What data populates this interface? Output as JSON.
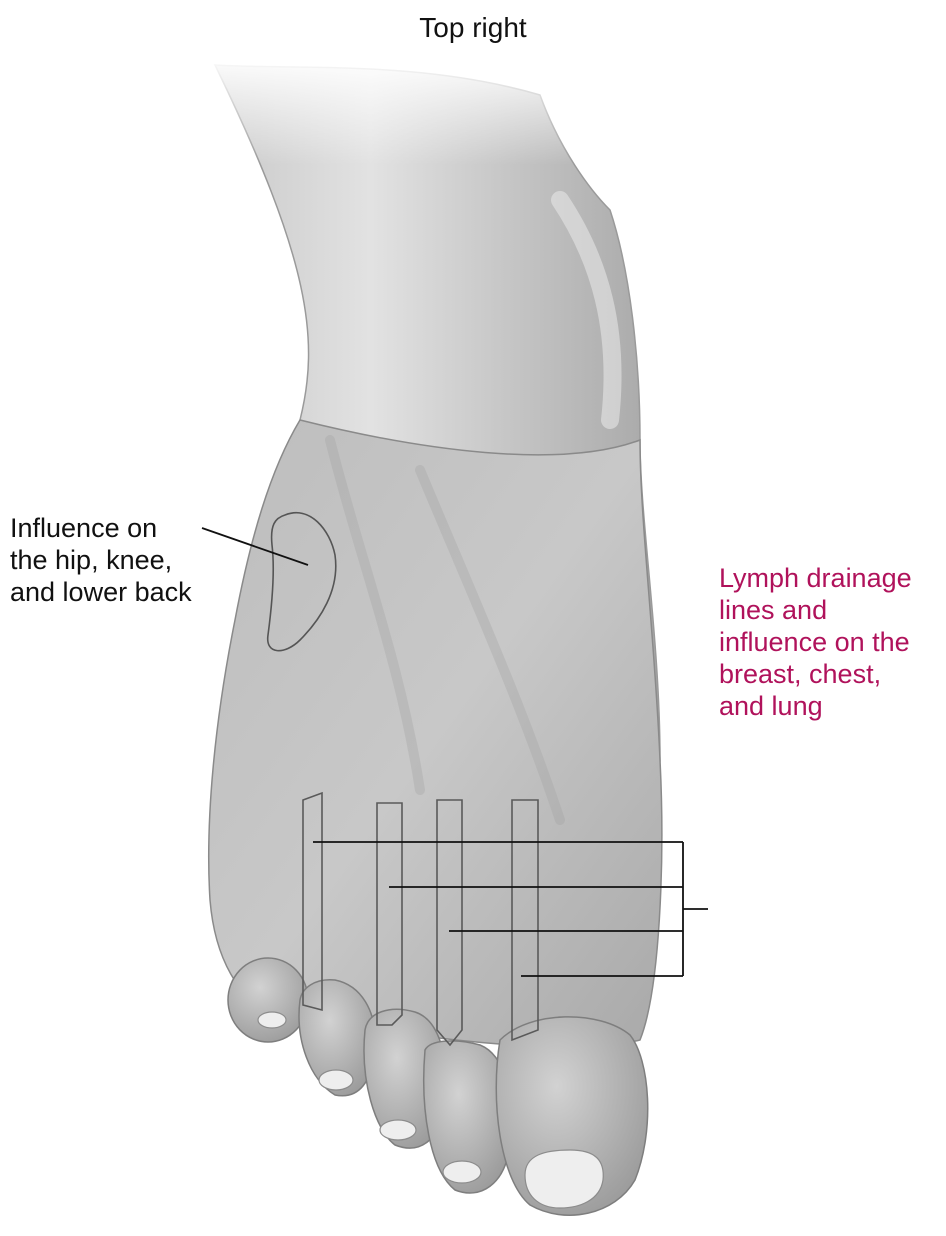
{
  "title": "Top right",
  "annotations": {
    "hip": {
      "lines": [
        "Influence on",
        "the hip, knee,",
        "and lower back"
      ]
    },
    "lymph": {
      "lines": [
        "Lymph drainage",
        "lines and",
        "influence on the",
        "breast, chest,",
        "and lung"
      ]
    }
  },
  "colors": {
    "label_text": "#111111",
    "lymph_text": "#b0125b",
    "skin_light": "#d9d9d9",
    "skin_mid": "#b4b4b4",
    "skin_dark": "#8a8a8a",
    "outline": "#6e6e6e",
    "nail": "#eeeeee"
  }
}
